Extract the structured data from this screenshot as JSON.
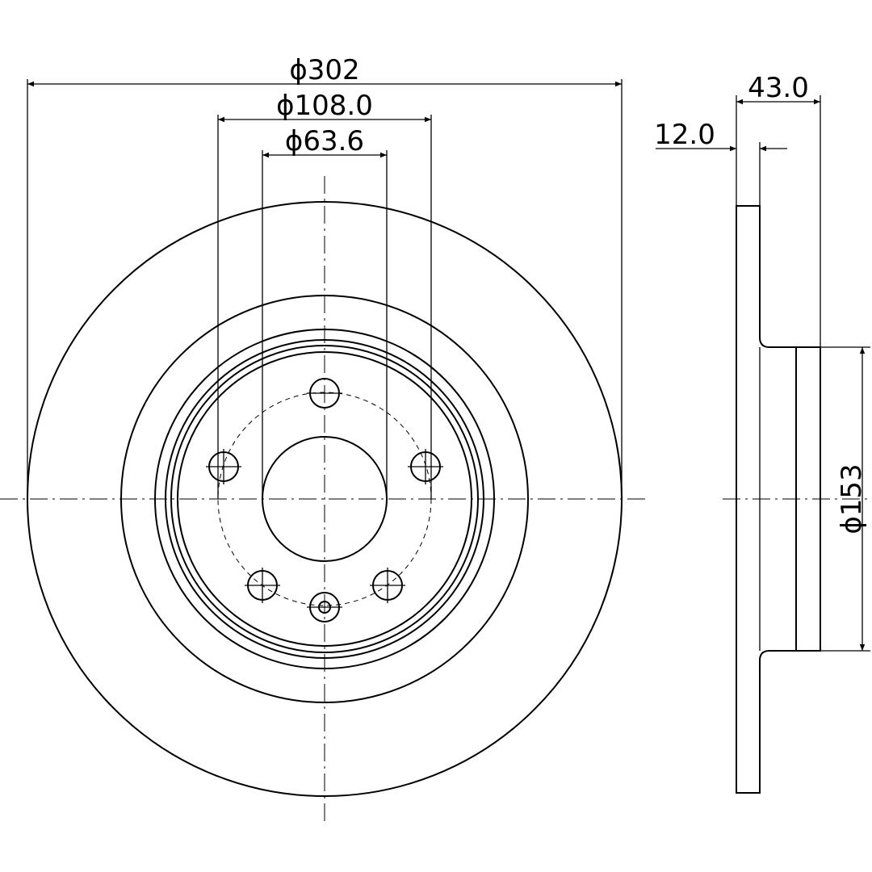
{
  "dimensions": {
    "outer_diameter": "ϕ302",
    "bolt_circle_diameter": "ϕ108.0",
    "center_bore_diameter": "ϕ63.6",
    "total_height": "43.0",
    "disc_thickness": "12.0",
    "hat_diameter": "ϕ153"
  },
  "colors": {
    "line": "#000000",
    "background": "#ffffff"
  }
}
